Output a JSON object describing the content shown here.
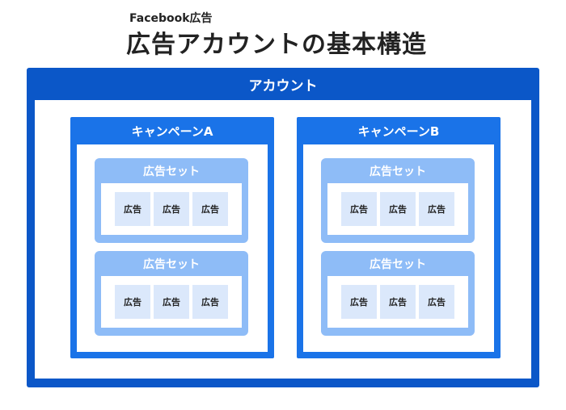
{
  "header": {
    "subtitle": "Facebook広告",
    "title": "広告アカウントの基本構造"
  },
  "account": {
    "label": "アカウント",
    "campaigns": [
      {
        "label": "キャンペーンA",
        "adsets": [
          {
            "label": "広告セット",
            "ads": [
              "広告",
              "広告",
              "広告"
            ]
          },
          {
            "label": "広告セット",
            "ads": [
              "広告",
              "広告",
              "広告"
            ]
          }
        ]
      },
      {
        "label": "キャンペーンB",
        "adsets": [
          {
            "label": "広告セット",
            "ads": [
              "広告",
              "広告",
              "広告"
            ]
          },
          {
            "label": "広告セット",
            "ads": [
              "広告",
              "広告",
              "広告"
            ]
          }
        ]
      }
    ]
  },
  "colors": {
    "account": "#0b57c8",
    "campaign": "#1a73e8",
    "adset": "#8ebcf7",
    "ad": "#dbe8fb"
  }
}
